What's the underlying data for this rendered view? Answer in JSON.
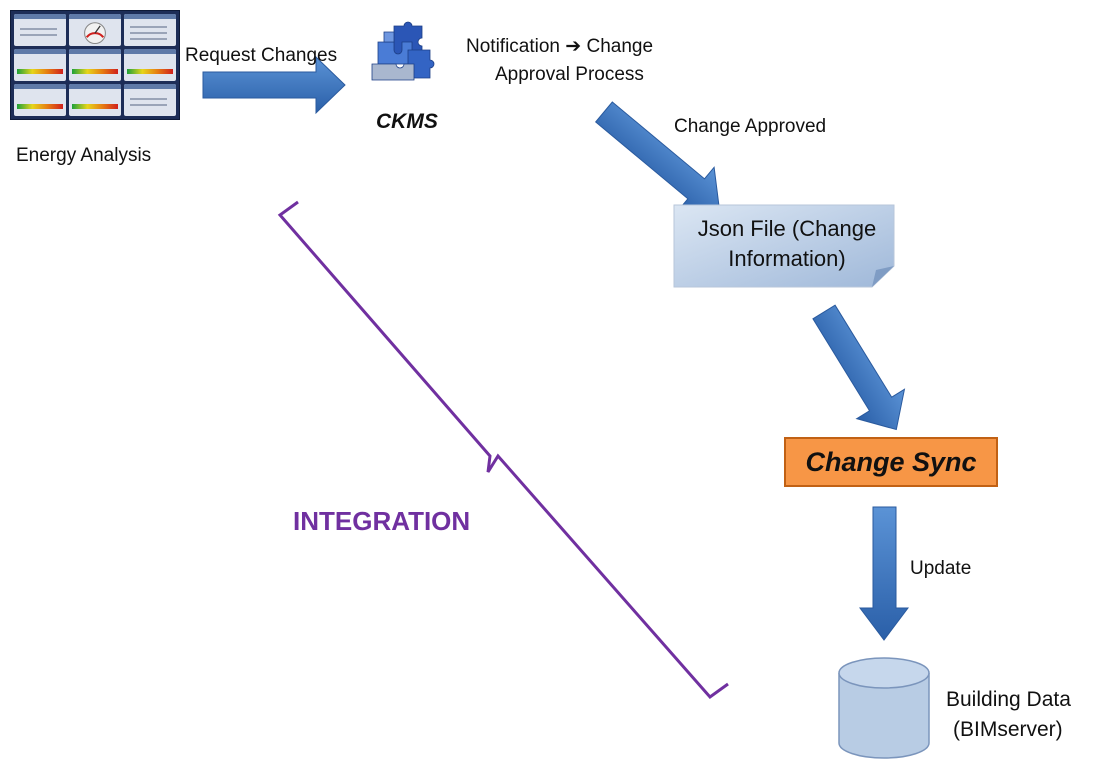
{
  "nodes": {
    "energy_analysis": "Energy Analysis",
    "ckms": "CKMS",
    "json_file": [
      "Json File (Change",
      "Information)"
    ],
    "change_sync": "Change Sync",
    "building_data": [
      "Building Data",
      "(BIMserver)"
    ]
  },
  "edges": {
    "request_changes": "Request Changes",
    "notification": [
      "Notification ➔ Change",
      "Approval Process"
    ],
    "change_approved": "Change Approved",
    "update": "Update"
  },
  "group": {
    "integration": "INTEGRATION"
  },
  "icons": {
    "dashboard": "energy-dashboard-thumbnail",
    "ckms": "puzzle-pieces-icon",
    "building_data": "database-cylinder-icon"
  },
  "colors": {
    "arrow": "#2f6bb8",
    "change_sync_fill": "#f79646",
    "json_fill": "#b8cce4",
    "database_fill": "#b8cce4",
    "integration": "#7030a0"
  }
}
